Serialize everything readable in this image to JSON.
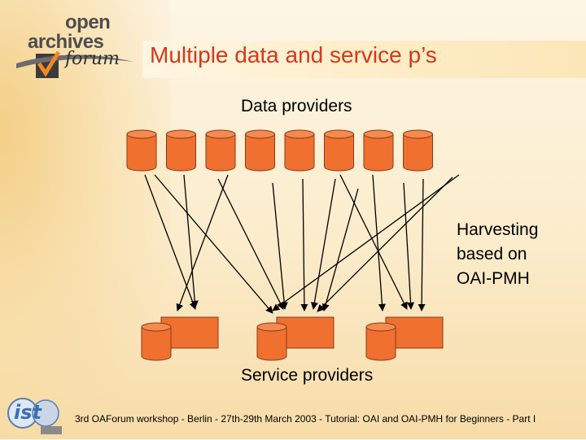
{
  "slide": {
    "title": "Multiple data and service p’s",
    "footer": "3rd OAForum workshop - Berlin - 27th-29th March 2003 - Tutorial: OAI and OAI-PMH for Beginners - Part I"
  },
  "logo": {
    "line1": "open",
    "line2": "archives",
    "line3": "forum"
  },
  "ist_logo": {
    "text": "ist"
  },
  "diagram": {
    "data_providers_label": "Data providers",
    "service_providers_label": "Service providers",
    "harvest_label_lines": [
      "Harvesting",
      "based on",
      "OAI-PMH"
    ],
    "data_provider_count": 8,
    "service_provider_count": 3,
    "colors": {
      "cylinder_fill": "#f07030",
      "cylinder_stroke": "#8a3a18",
      "box_fill": "#f07030",
      "arrow": "#000000",
      "title": "#d4381b"
    }
  }
}
